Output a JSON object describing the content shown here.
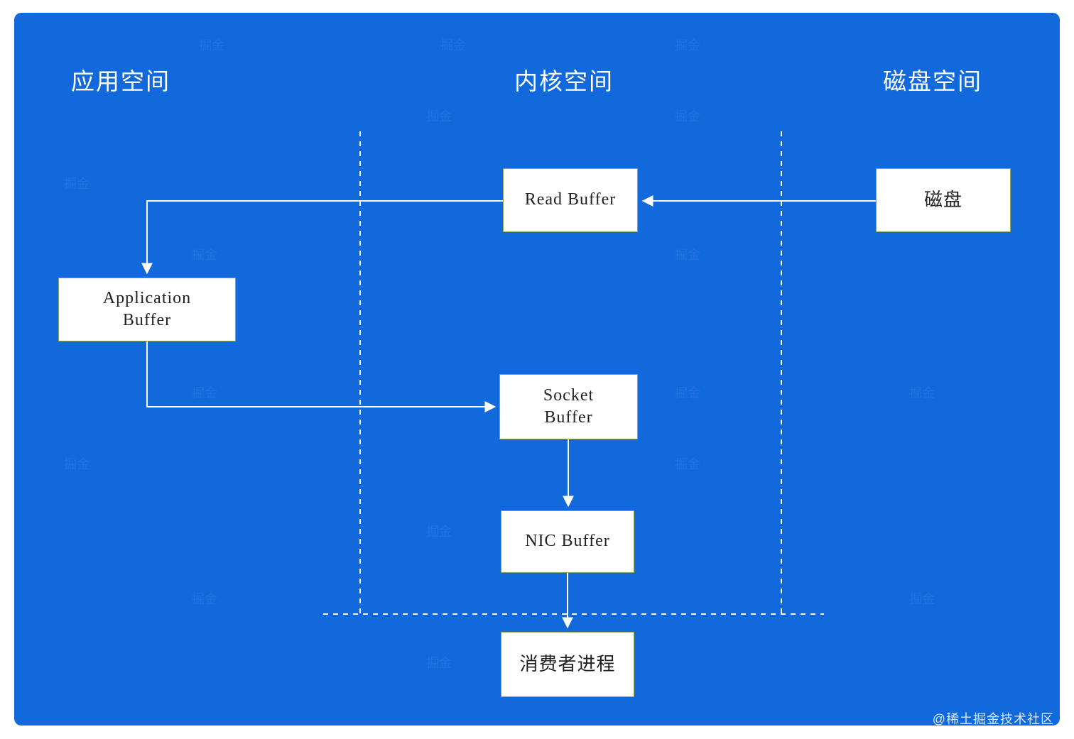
{
  "headers": {
    "app_space": "应用空间",
    "kernel_space": "内核空间",
    "disk_space": "磁盘空间"
  },
  "nodes": {
    "read_buffer": {
      "label": "Read Buffer"
    },
    "disk": {
      "label": "磁盘"
    },
    "application_buffer": {
      "label": "Application\nBuffer"
    },
    "socket_buffer": {
      "label": "Socket\nBuffer"
    },
    "nic_buffer": {
      "label": "NIC Buffer"
    },
    "consumer_process": {
      "label": "消费者进程"
    }
  },
  "watermark": {
    "credit": "@稀土掘金技术社区",
    "tile_text": "掘金"
  },
  "colors": {
    "background": "#1169dc",
    "box_border": "#93a84d",
    "line": "#ffffff"
  }
}
